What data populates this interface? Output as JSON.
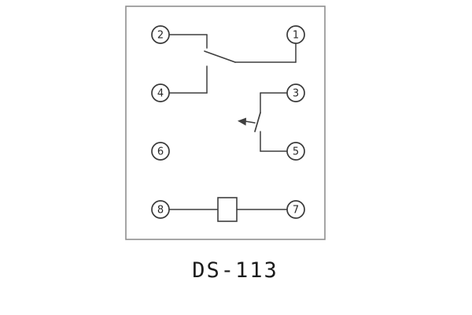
{
  "title": "DS-113",
  "diagram": {
    "terminals": {
      "t1": "1",
      "t2": "2",
      "t3": "3",
      "t4": "4",
      "t5": "5",
      "t6": "6",
      "t7": "7",
      "t8": "8"
    }
  },
  "colors": {
    "ink": "#3f3f3f",
    "frame": "#8f8f8f",
    "background": "#ffffff"
  }
}
